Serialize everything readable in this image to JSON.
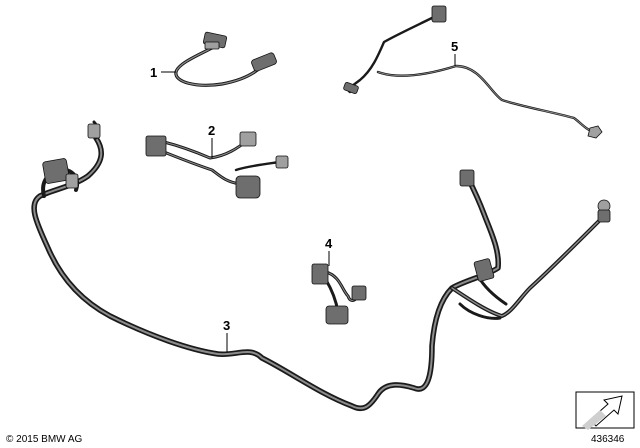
{
  "diagram": {
    "parts": [
      {
        "number": "1"
      },
      {
        "number": "2"
      },
      {
        "number": "3"
      },
      {
        "number": "4"
      },
      {
        "number": "5"
      }
    ],
    "copyright": "© 2015 BMW AG",
    "diagram_id": "436346"
  }
}
